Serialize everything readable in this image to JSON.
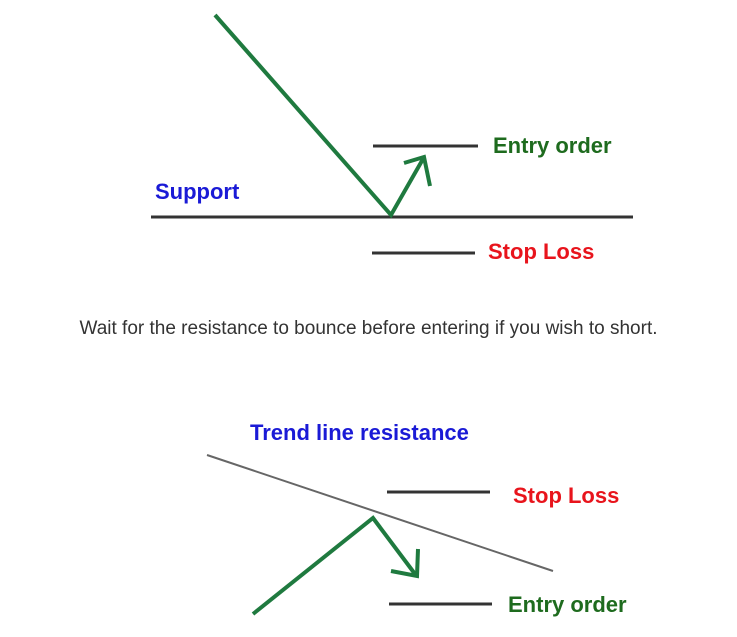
{
  "colors": {
    "arrow": "#1f7a3f",
    "line": "#333333",
    "trendline": "#666666",
    "support_label": "#1a1ad6",
    "entry_label": "#1e6b1e",
    "stop_label": "#e8141c",
    "caption": "#333333"
  },
  "support_diagram": {
    "support_label": "Support",
    "entry_label": "Entry order",
    "stop_label": "Stop Loss"
  },
  "caption": "Wait for the resistance to bounce before entering if you wish to short.",
  "resistance_diagram": {
    "trend_label": "Trend line resistance",
    "stop_label": "Stop Loss",
    "entry_label": "Entry order"
  }
}
